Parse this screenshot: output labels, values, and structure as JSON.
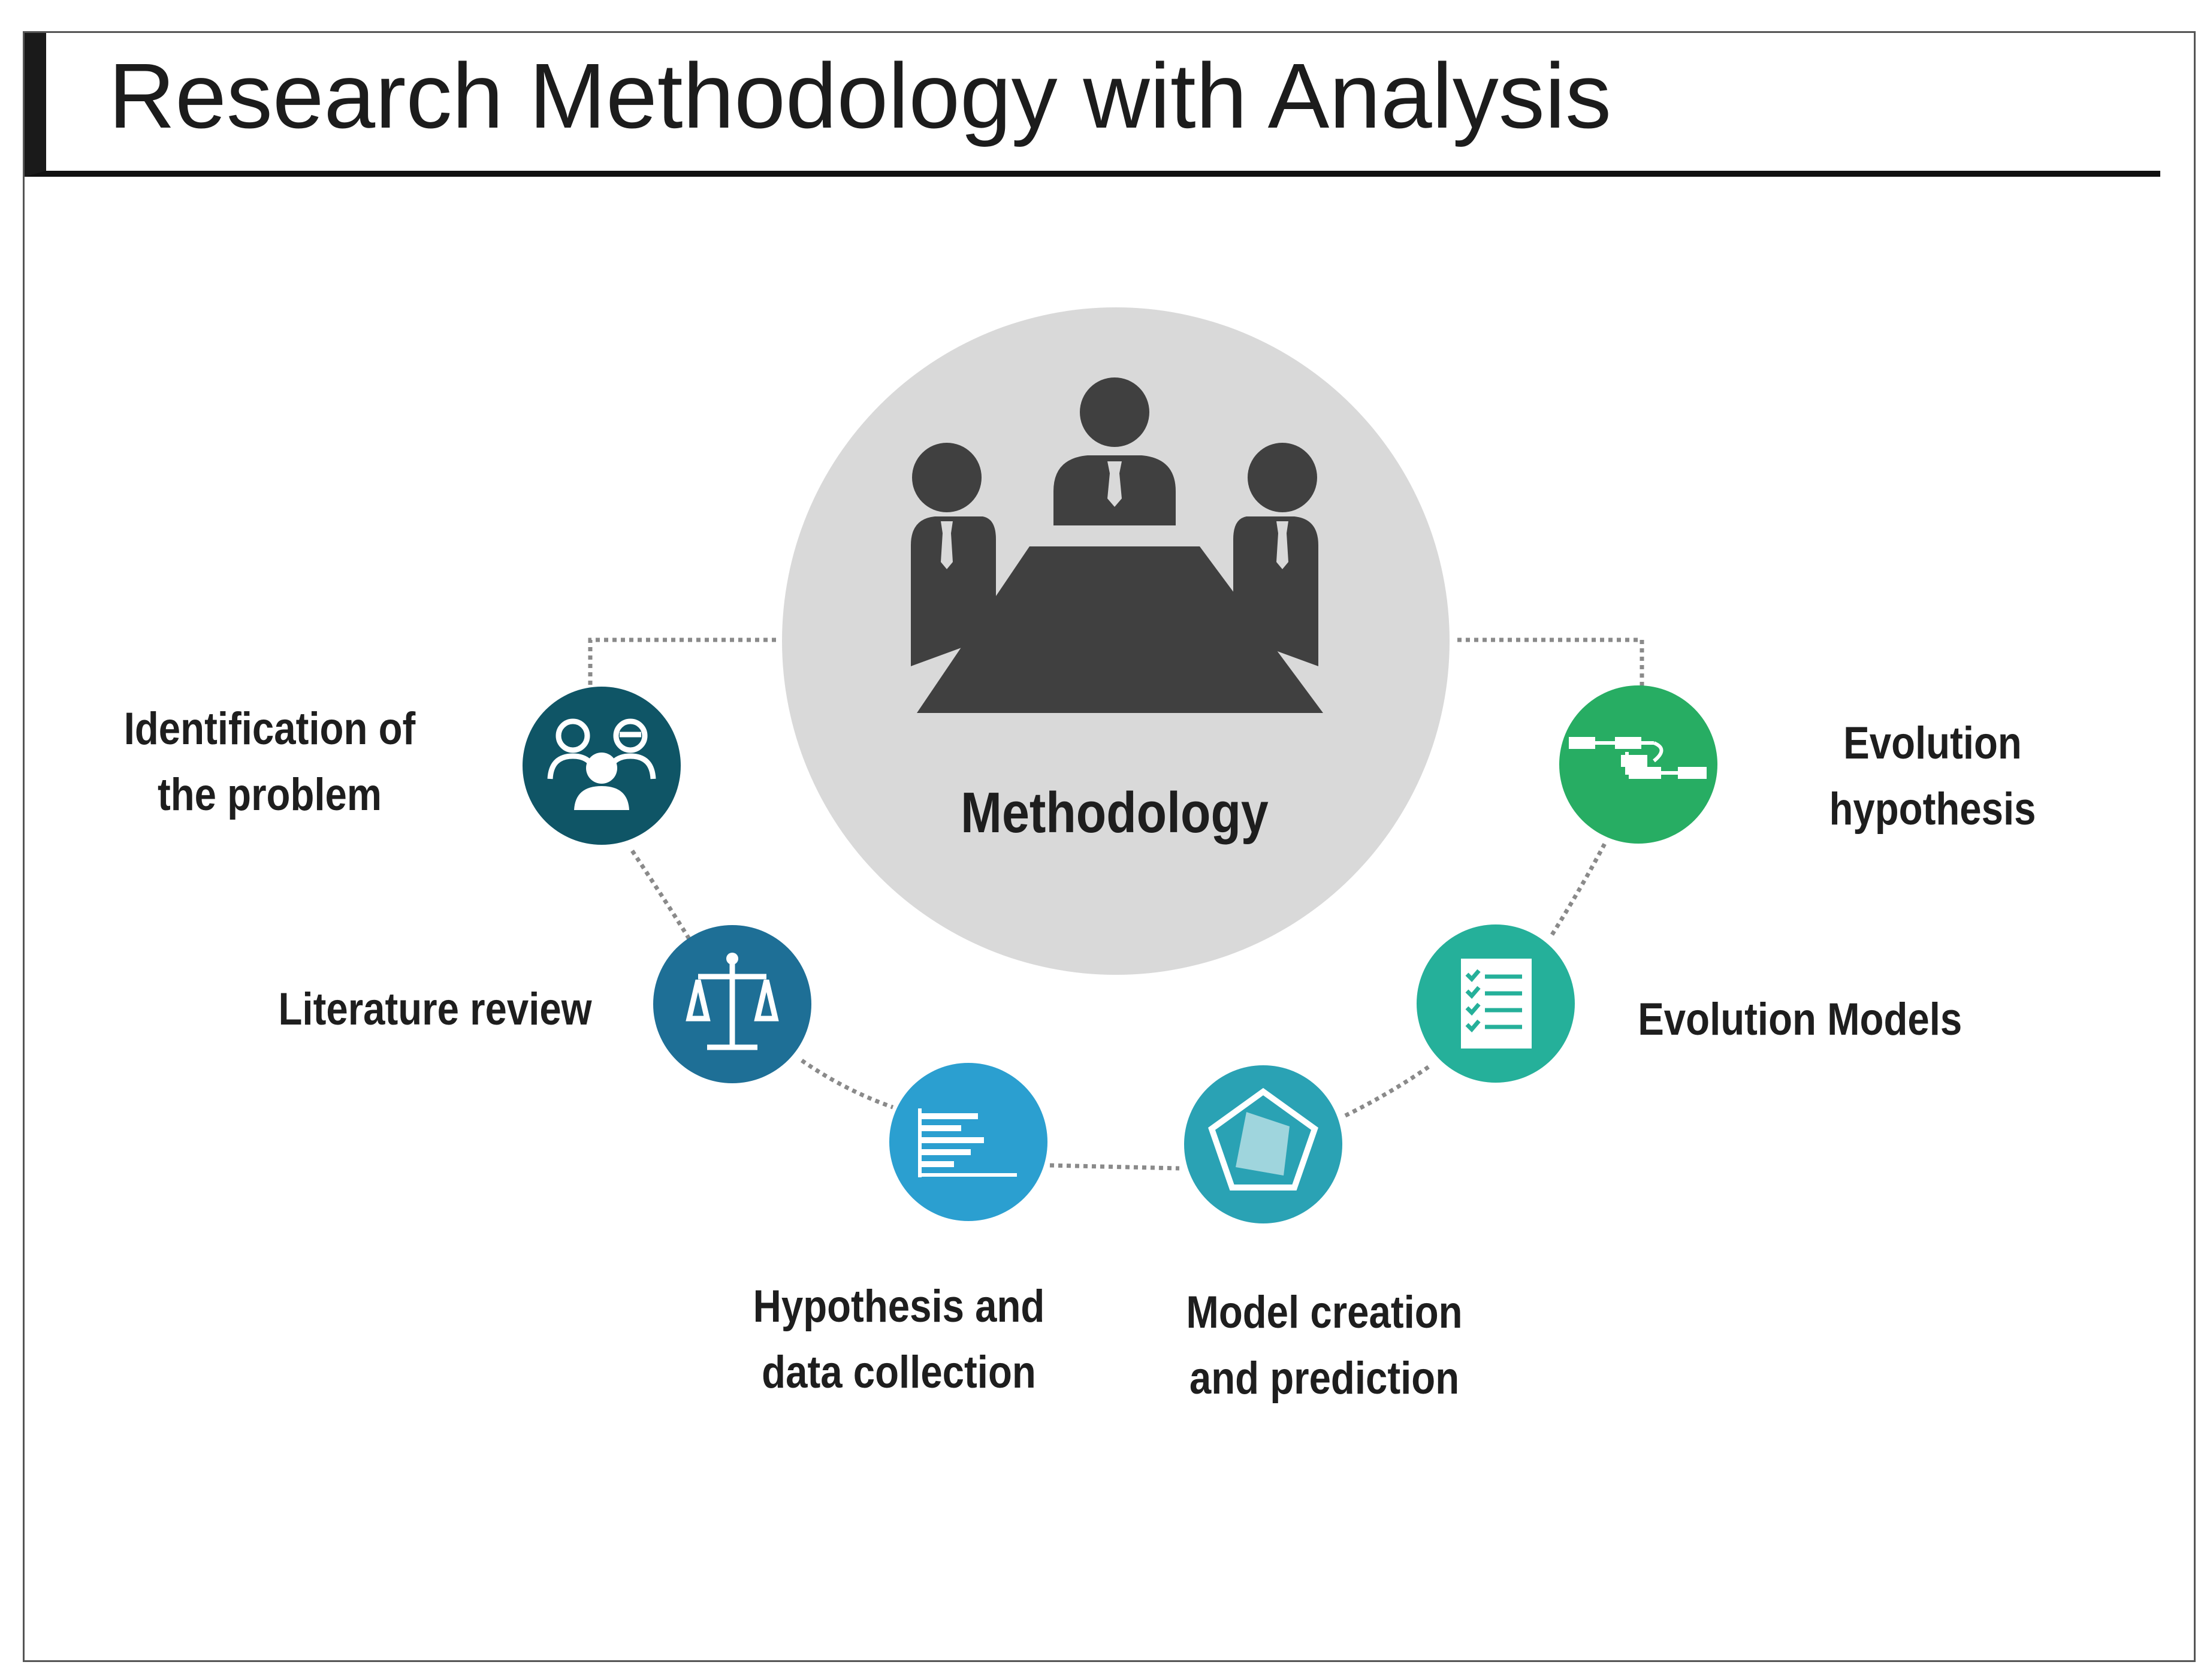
{
  "title": "Research Methodology with Analysis",
  "center": {
    "label": "Methodology",
    "icon": "meeting-table-icon",
    "color": "#d9d9d9",
    "icon_color": "#404040"
  },
  "steps": [
    {
      "label_lines": [
        "Identification of",
        "the problem"
      ],
      "icon": "team-icon",
      "color": "#0f5566"
    },
    {
      "label_lines": [
        "Literature review"
      ],
      "icon": "scales-icon",
      "color": "#1e6f96"
    },
    {
      "label_lines": [
        "Hypothesis and",
        "data collection"
      ],
      "icon": "bar-list-icon",
      "color": "#2b9fd0"
    },
    {
      "label_lines": [
        "Model creation",
        "and prediction"
      ],
      "icon": "pentagon-icon",
      "color": "#2aa2b4"
    },
    {
      "label_lines": [
        "Evolution Models"
      ],
      "icon": "checklist-icon",
      "color": "#25b09a"
    },
    {
      "label_lines": [
        "Evolution",
        "hypothesis"
      ],
      "icon": "flowchart-icon",
      "color": "#27ad63"
    }
  ]
}
